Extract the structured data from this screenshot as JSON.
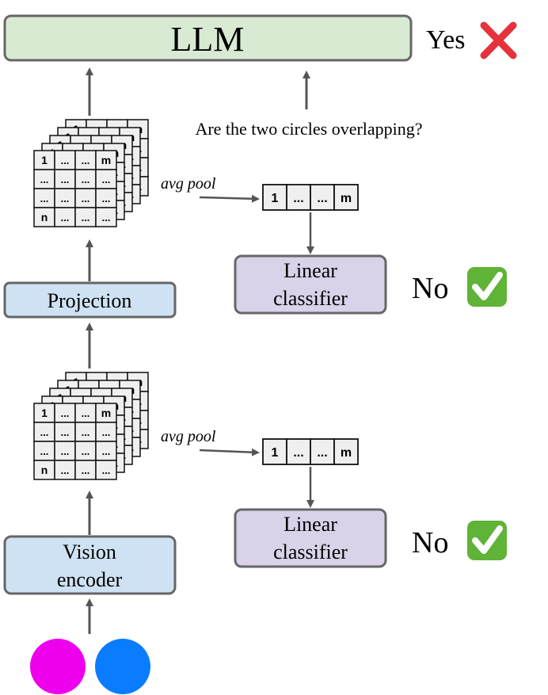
{
  "llm": {
    "label": "LLM",
    "answer": "Yes",
    "answer_icon": "cross-mark-icon",
    "answer_icon_color": "#e5323b"
  },
  "question": "Are the two circles overlapping?",
  "projection": {
    "label": "Projection"
  },
  "vision_encoder": {
    "line1": "Vision",
    "line2": "encoder"
  },
  "pool_label": "avg pool",
  "pooled_vector": [
    "1",
    "...",
    "...",
    "m"
  ],
  "token_grid": {
    "rows": [
      [
        "1",
        "...",
        "...",
        "m"
      ],
      [
        "...",
        "...",
        "...",
        "..."
      ],
      [
        "...",
        "...",
        "...",
        "..."
      ],
      [
        "n",
        "...",
        "...",
        "..."
      ]
    ]
  },
  "classifiers": [
    {
      "line1": "Linear",
      "line2": "classifier",
      "answer": "No",
      "answer_icon": "check-mark-icon",
      "answer_icon_color": "#5fb336"
    },
    {
      "line1": "Linear",
      "line2": "classifier",
      "answer": "No",
      "answer_icon": "check-mark-icon",
      "answer_icon_color": "#5fb336"
    }
  ],
  "circles": {
    "left_color": "#ee00ee",
    "right_color": "#0a7cff"
  },
  "colors": {
    "llm_fill": "#d9ead3",
    "blue_fill": "#cfe2f3",
    "purple_fill": "#d9d2e9",
    "stroke": "#666666"
  }
}
